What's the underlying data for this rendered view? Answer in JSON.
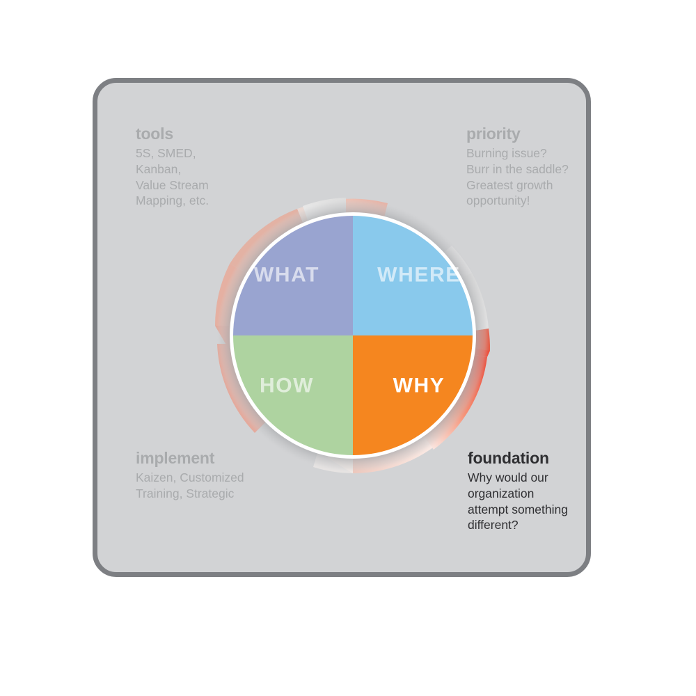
{
  "frame": {
    "background_color": "#d2d3d5",
    "border_color": "#7d7f83"
  },
  "corners": [
    {
      "id": "tools",
      "heading": "tools",
      "state": "faded",
      "lines": [
        "5S, SMED,",
        "Kanban,",
        "Value Stream",
        "Mapping, etc."
      ]
    },
    {
      "id": "priority",
      "heading": "priority",
      "state": "faded",
      "lines": [
        "Burning issue?",
        "Burr in the saddle?",
        "Greatest growth",
        "opportunity!"
      ]
    },
    {
      "id": "implement",
      "heading": "implement",
      "state": "faded",
      "lines": [
        "Kaizen, Customized",
        "Training, Strategic"
      ]
    },
    {
      "id": "foundation",
      "heading": "foundation",
      "state": "active",
      "lines": [
        "Why would our",
        "organization",
        "attempt something",
        "different?"
      ]
    }
  ],
  "wheel": {
    "quadrants": [
      {
        "id": "what",
        "label": "WHAT",
        "color": "#99a4d0",
        "position": "top-left",
        "emphasis": "dim"
      },
      {
        "id": "where",
        "label": "WHERE",
        "color": "#89c9ec",
        "position": "top-right",
        "emphasis": "dim"
      },
      {
        "id": "how",
        "label": "HOW",
        "color": "#aed3a0",
        "position": "bottom-left",
        "emphasis": "dim"
      },
      {
        "id": "why",
        "label": "WHY",
        "color": "#f5861f",
        "position": "bottom-right",
        "emphasis": "bright"
      }
    ],
    "ring": {
      "direction": "counterclockwise",
      "arrow_color_strong": "#ec4f3c",
      "arrow_color_faded": "#f2d3cc",
      "segments": [
        {
          "id": "arrow-right",
          "points_to": "up",
          "highlight": true
        },
        {
          "id": "arrow-top",
          "points_to": "left",
          "highlight": false
        },
        {
          "id": "arrow-left",
          "points_to": "down",
          "highlight": false
        },
        {
          "id": "arrow-bottom",
          "points_to": "right",
          "highlight": false
        }
      ]
    },
    "inner_ring_color": "#ffffff",
    "shadow_ring_color": "#8e9094"
  }
}
